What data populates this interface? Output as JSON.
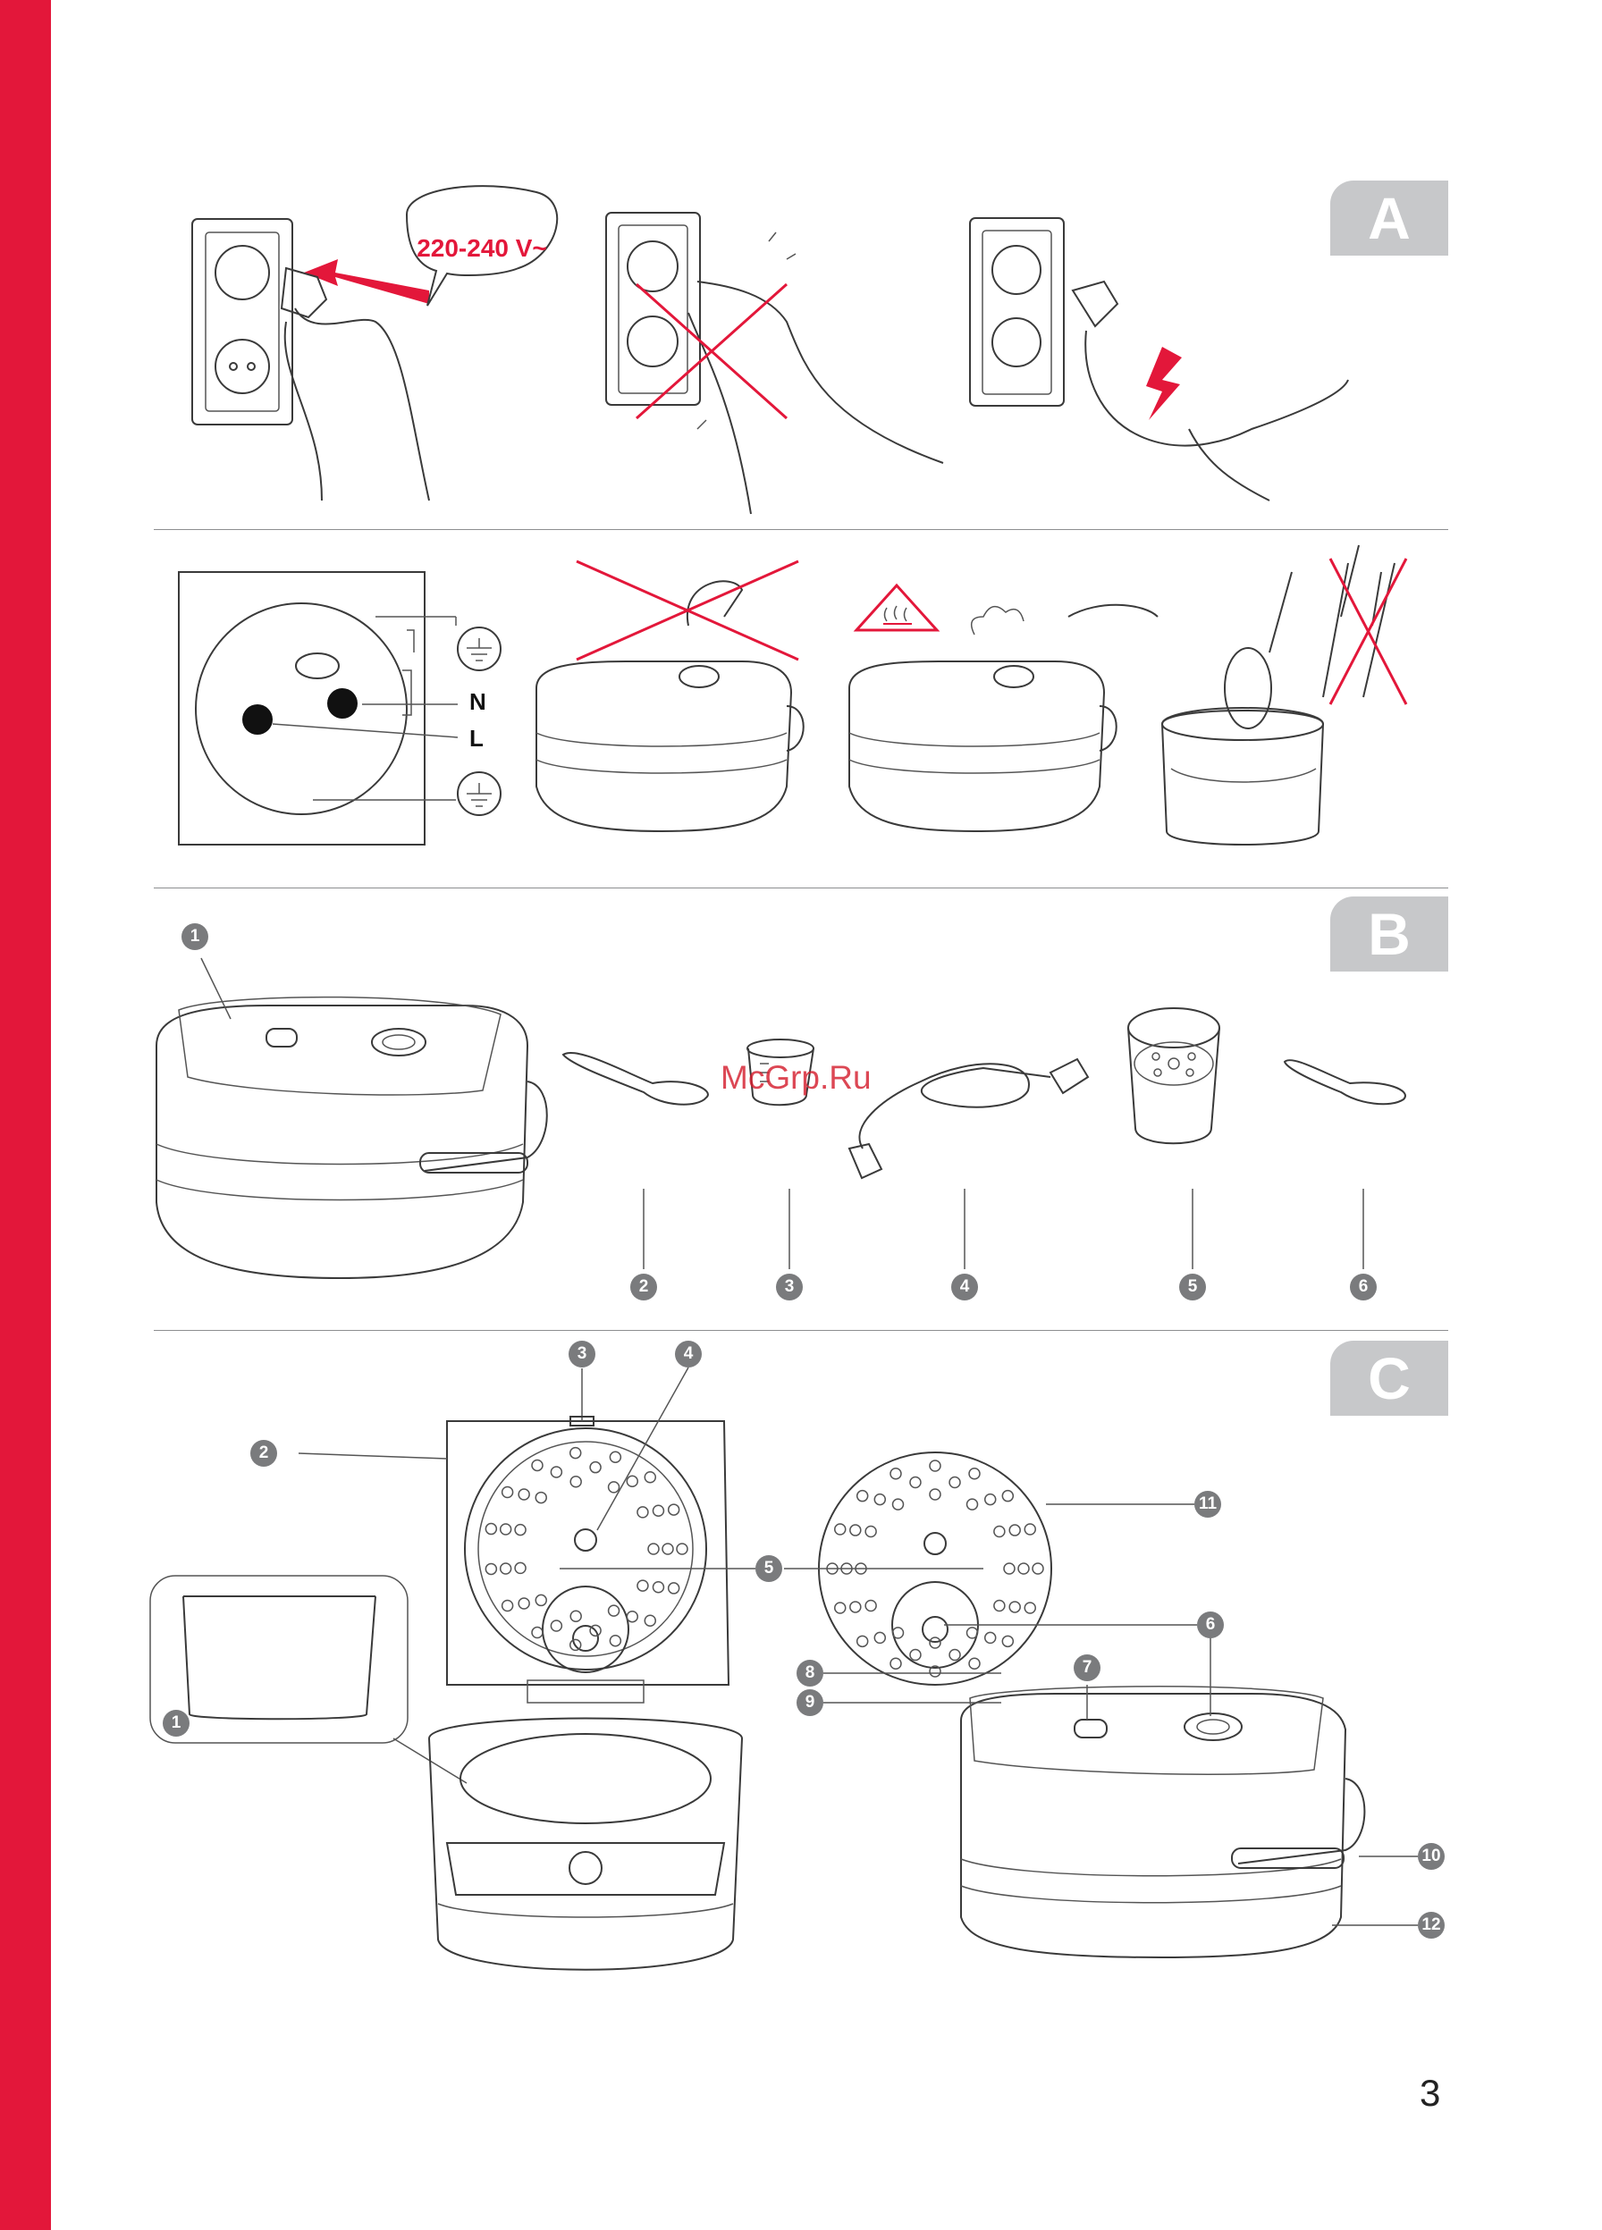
{
  "sections": {
    "a": {
      "label": "A"
    },
    "b": {
      "label": "B"
    },
    "c": {
      "label": "C"
    }
  },
  "voltage_text": "220-240 V~",
  "socket_labels": {
    "neutral": "N",
    "live": "L"
  },
  "watermark": "McGrp.Ru",
  "section_b_callouts": [
    "1",
    "2",
    "3",
    "4",
    "5",
    "6"
  ],
  "section_c_callouts": [
    "1",
    "2",
    "3",
    "4",
    "5",
    "6",
    "7",
    "8",
    "9",
    "10",
    "11",
    "12"
  ],
  "page_number": "3",
  "colors": {
    "accent_red": "#e3173a",
    "tab_grey": "#c7c8ca",
    "badge_grey": "#7a7b7d"
  }
}
